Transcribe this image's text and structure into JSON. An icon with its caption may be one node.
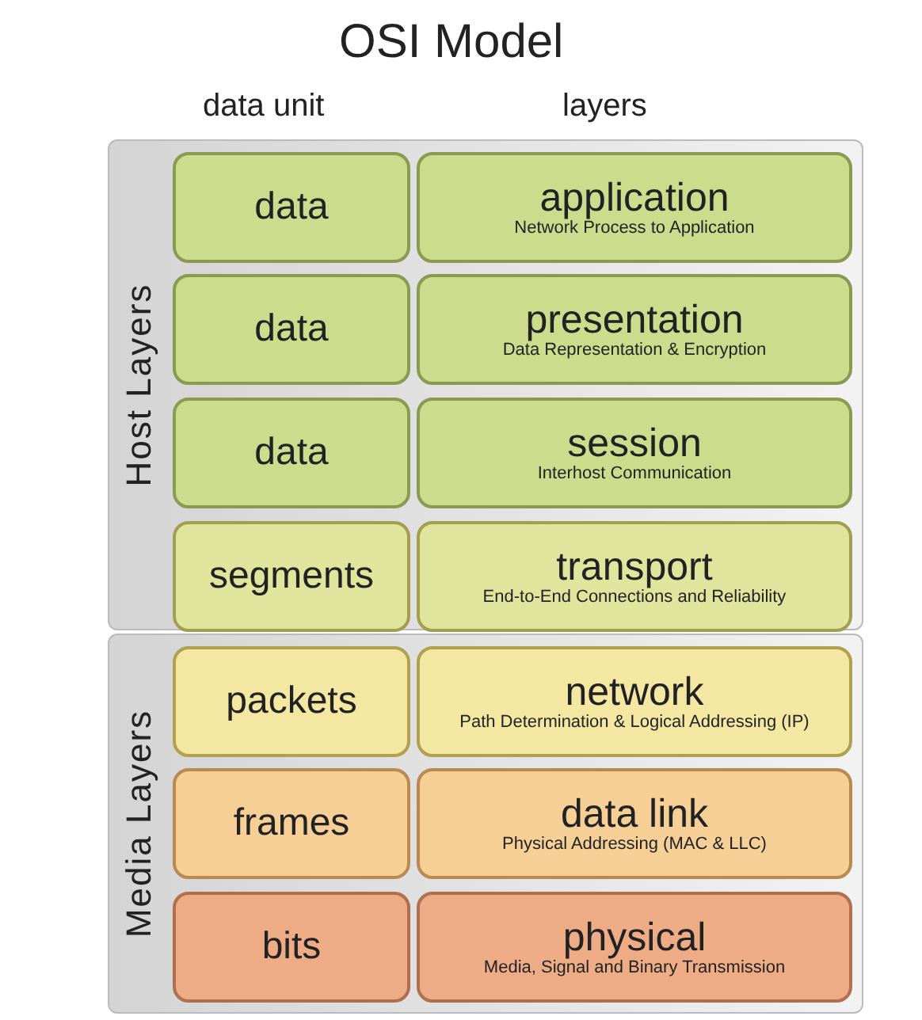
{
  "diagram": {
    "title": "OSI Model",
    "nodes": [
      {
        "text": [
          "Host Layers"
        ]
      },
      {
        "text": [
          "data"
        ],
        "in": 0
      },
      {
        "text": [
          "application",
          "Network Process to Application"
        ],
        "in": 0
      },
      {
        "text": [
          "data"
        ],
        "in": 0
      },
      {
        "text": [
          "presentation",
          "Data Representation & Encryption"
        ],
        "in": 0
      },
      {
        "text": [
          "data"
        ],
        "in": 0
      },
      {
        "text": [
          "session",
          "Interhost Communication"
        ],
        "in": 0
      },
      {
        "text": [
          "segments"
        ],
        "in": 0
      },
      {
        "text": [
          "transport",
          "End-to-End Connections and Reliability"
        ],
        "in": 0
      },
      {
        "text": [
          "Media Layers"
        ]
      },
      {
        "text": [
          "packets"
        ],
        "in": 9
      },
      {
        "text": [
          "network",
          "Path Determination & Logical Addressing (IP)"
        ],
        "in": 9
      },
      {
        "text": [
          "frames"
        ],
        "in": 9
      },
      {
        "text": [
          "data link",
          "Physical Addressing (MAC & LLC)"
        ],
        "in": 9
      },
      {
        "text": [
          "bits"
        ],
        "in": 9
      },
      {
        "text": [
          "physical",
          "Media, Signal and Binary Transmission"
        ],
        "in": 9
      }
    ],
    "labels": [
      "data unit",
      "layers"
    ]
  }
}
